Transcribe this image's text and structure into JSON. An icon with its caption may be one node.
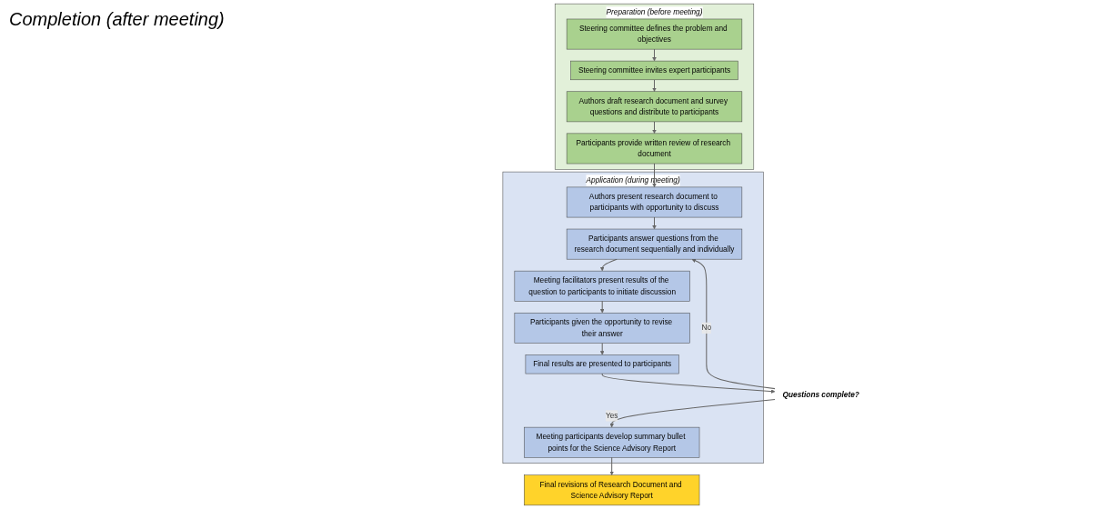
{
  "diagram": {
    "nodes": [
      {
        "text": [
          "Preparation (before meeting)"
        ]
      },
      {
        "text": [
          "Steering committee defines the problem and objectives"
        ],
        "in": 0
      },
      {
        "text": [
          "Steering committee invites expert participants"
        ],
        "in": 0
      },
      {
        "text": [
          "Authors draft research document and survey questions and distribute to participants"
        ],
        "in": 0
      },
      {
        "text": [
          "Participants provide written review of research document"
        ],
        "in": 0
      },
      {
        "text": [
          "Application (during meeting)"
        ]
      },
      {
        "text": [
          "Authors present research document to participants with opportunity to discuss"
        ],
        "in": 5
      },
      {
        "text": [
          "Participants answer questions from the research document sequentially and individually"
        ],
        "in": 5
      },
      {
        "text": [
          "Meeting facilitators present results of the question to participants to initiate discussion"
        ],
        "in": 5
      },
      {
        "text": [
          "Participants given the opportunity to revise their answer"
        ],
        "in": 5
      },
      {
        "text": [
          "Final results are presented to participants"
        ],
        "in": 5
      },
      {
        "text": [
          "Meeting participants develop summary bullet points for the Science Advisory Report"
        ],
        "in": 5
      },
      {
        "text": [
          "Questions complete?"
        ]
      },
      {
        "text": [
          "Final revisions of Research Document and Science Advisory Report"
        ]
      }
    ],
    "edges": [
      {
        "from": 1,
        "to": 2,
        "arrow": "to"
      },
      {
        "from": 2,
        "to": 3,
        "arrow": "to"
      },
      {
        "from": 3,
        "to": 4,
        "arrow": "to"
      },
      {
        "from": 4,
        "to": 6,
        "arrow": "to"
      },
      {
        "from": 6,
        "to": 7,
        "arrow": "to"
      },
      {
        "from": 7,
        "to": 8,
        "arrow": "to"
      },
      {
        "from": 8,
        "to": 9,
        "arrow": "to"
      },
      {
        "from": 9,
        "to": 10,
        "arrow": "to"
      },
      {
        "from": 10,
        "to": 12,
        "arrow": "to"
      },
      {
        "from": 12,
        "to": 7,
        "label": "No",
        "arrow": "to"
      },
      {
        "from": 12,
        "to": 11,
        "label": "Yes",
        "arrow": "to"
      },
      {
        "from": 11,
        "to": 13,
        "arrow": "to"
      }
    ],
    "labels": [
      "Completion (after meeting)"
    ]
  }
}
